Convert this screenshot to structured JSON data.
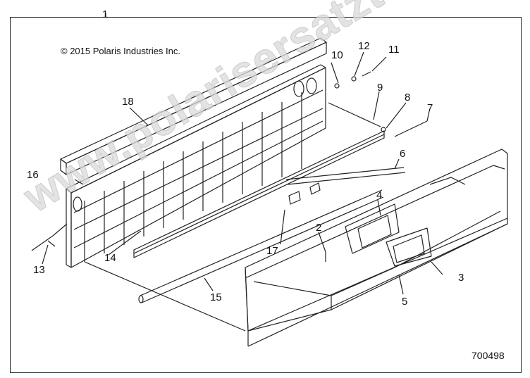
{
  "copyright": "© 2015 Polaris Industries Inc.",
  "drawing_number": "700498",
  "watermark": "www.polarisersatzteile.de",
  "callouts": {
    "c1": "1",
    "c2": "2",
    "c3": "3",
    "c4": "4",
    "c5": "5",
    "c6": "6",
    "c7": "7",
    "c8": "8",
    "c9": "9",
    "c10": "10",
    "c11": "11",
    "c12": "12",
    "c13": "13",
    "c14": "14",
    "c15": "15",
    "c16": "16",
    "c17": "17",
    "c18": "18"
  },
  "colors": {
    "line": "#222222",
    "watermark": "#dadada"
  }
}
